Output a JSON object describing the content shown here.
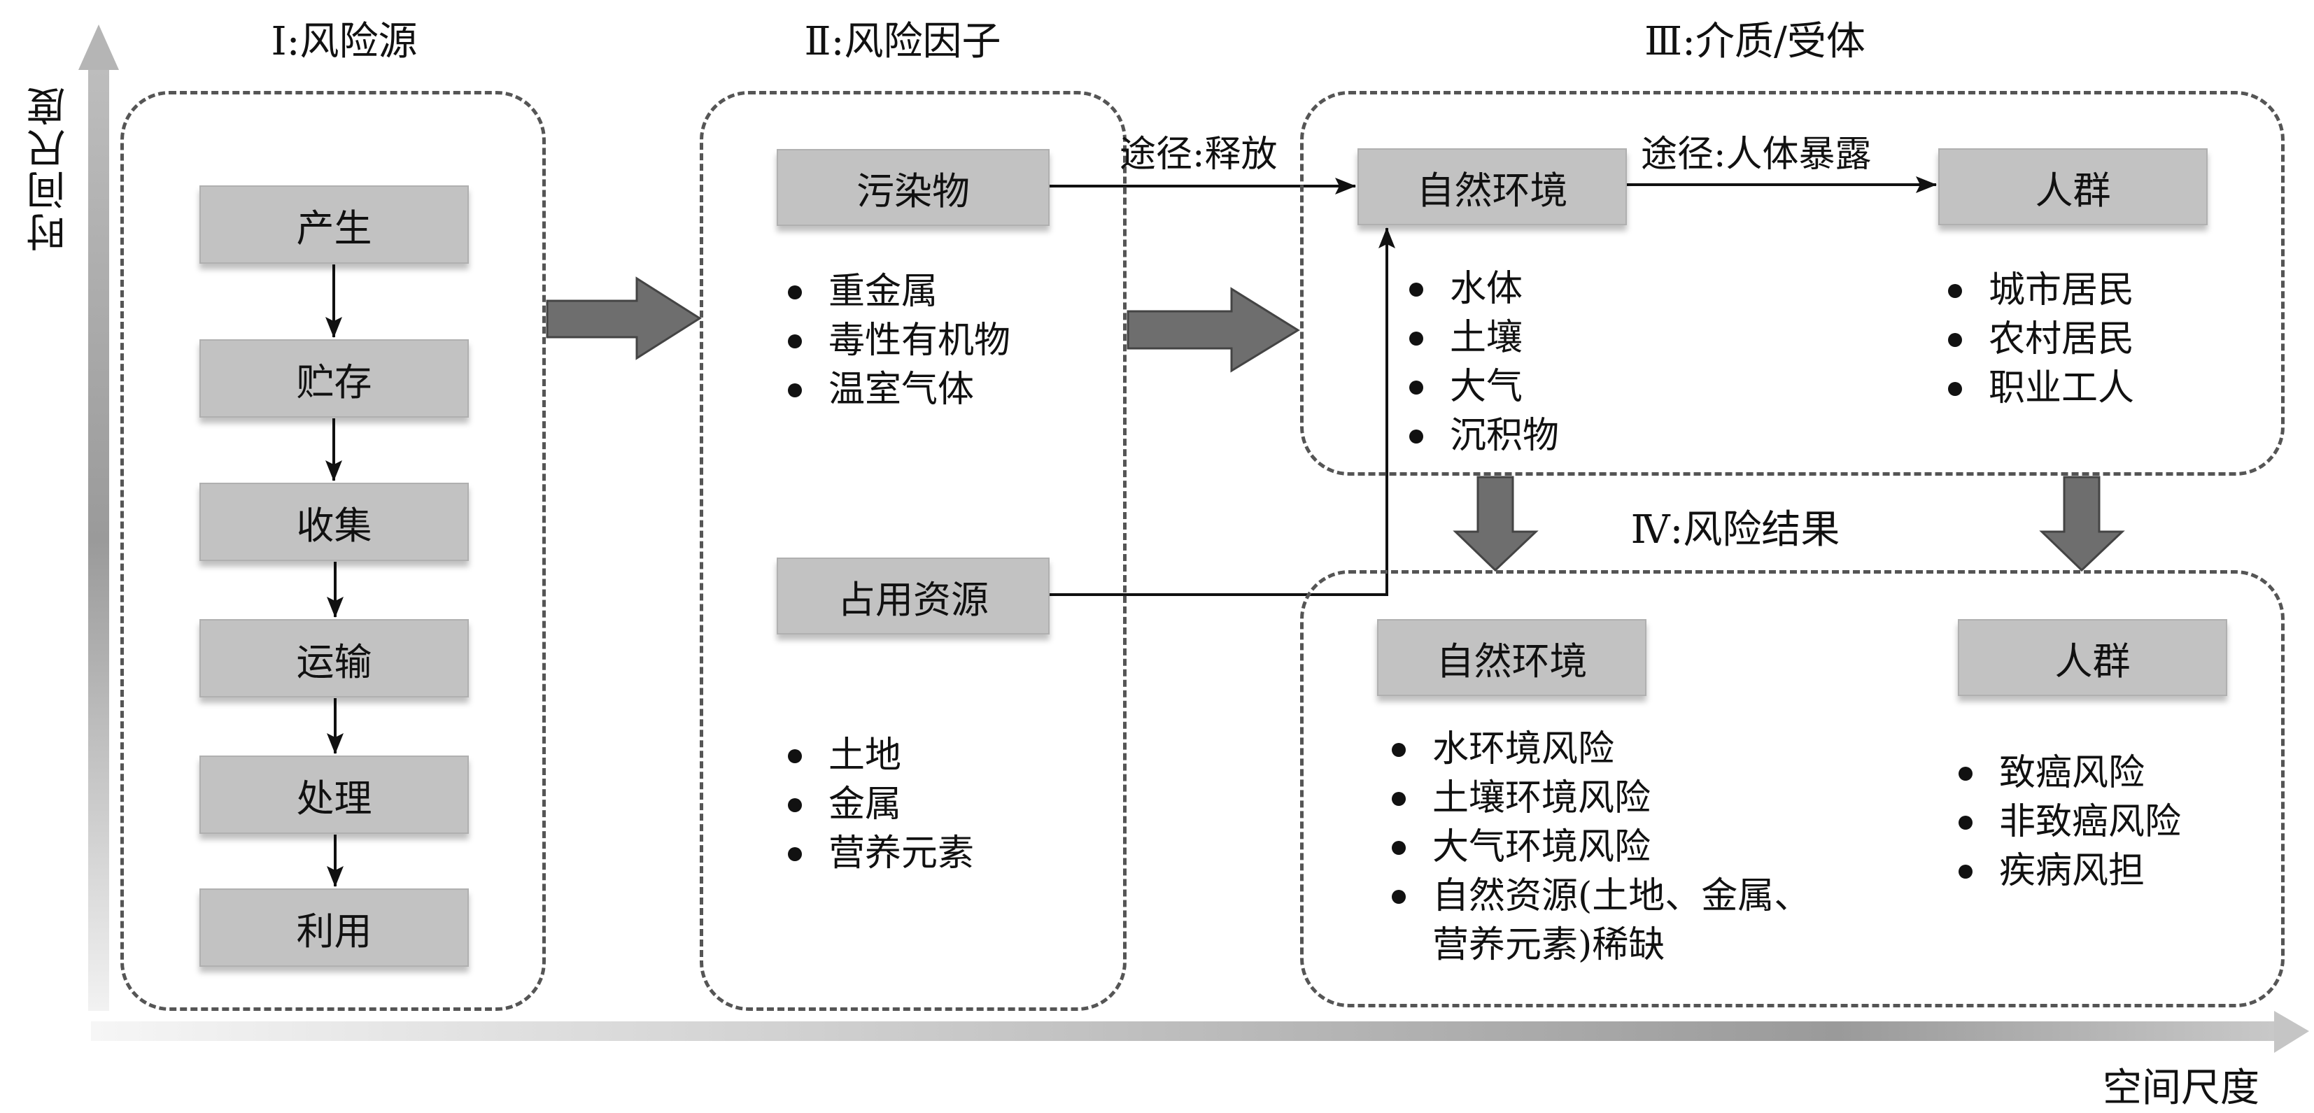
{
  "axes": {
    "y_label": "时间尺度",
    "x_label": "空间尺度"
  },
  "sections": {
    "source": {
      "heading": "Ⅰ:风险源",
      "steps": [
        "产生",
        "贮存",
        "收集",
        "运输",
        "处理",
        "利用"
      ]
    },
    "factor": {
      "heading": "Ⅱ:风险因子",
      "pollutant": {
        "title": "污染物",
        "items": [
          "重金属",
          "毒性有机物",
          "温室气体"
        ]
      },
      "resource": {
        "title": "占用资源",
        "items": [
          "土地",
          "金属",
          "营养元素"
        ]
      }
    },
    "medium": {
      "heading": "Ⅲ:介质/受体",
      "release_path": "途径:释放",
      "exposure_path": "途径:人体暴露",
      "environment": {
        "title": "自然环境",
        "items": [
          "水体",
          "土壤",
          "大气",
          "沉积物"
        ]
      },
      "population": {
        "title": "人群",
        "items": [
          "城市居民",
          "农村居民",
          "职业工人"
        ]
      }
    },
    "outcome": {
      "heading": "Ⅳ:风险结果",
      "environment": {
        "title": "自然环境",
        "items": [
          "水环境风险",
          "土壤环境风险",
          "大气环境风险",
          "自然资源(土地、金属、",
          "营养元素)稀缺"
        ]
      },
      "population": {
        "title": "人群",
        "items": [
          "致癌风险",
          "非致癌风险",
          "疾病风担"
        ]
      }
    }
  },
  "colors": {
    "node_fill": "#c2c2c2",
    "big_arrow": "#6e6e6e",
    "dash": "#555555"
  }
}
